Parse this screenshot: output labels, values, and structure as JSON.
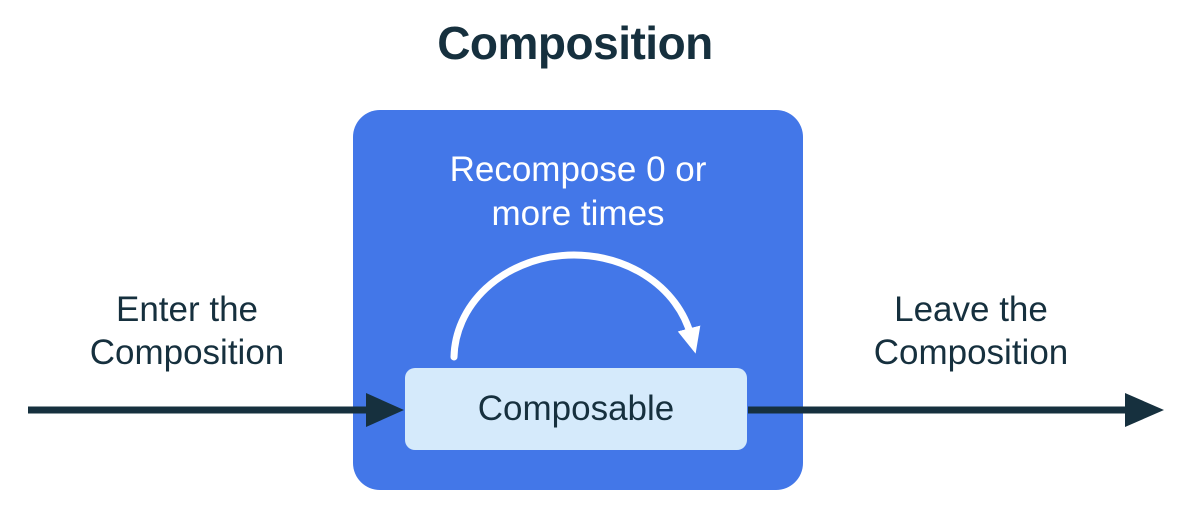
{
  "title": "Composition",
  "labels": {
    "recompose": "Recompose 0 or\nmore times",
    "composable": "Composable",
    "enter": "Enter the\nComposition",
    "leave": "Leave the\nComposition"
  },
  "colors": {
    "background": "#FFFFFF",
    "composition_box": "#4377E8",
    "composable_box": "#D5EAFB",
    "dark_text": "#16303E",
    "arrow_dark": "#16303E",
    "arc_white": "#FFFFFF",
    "light_text": "#FFFFFF"
  }
}
